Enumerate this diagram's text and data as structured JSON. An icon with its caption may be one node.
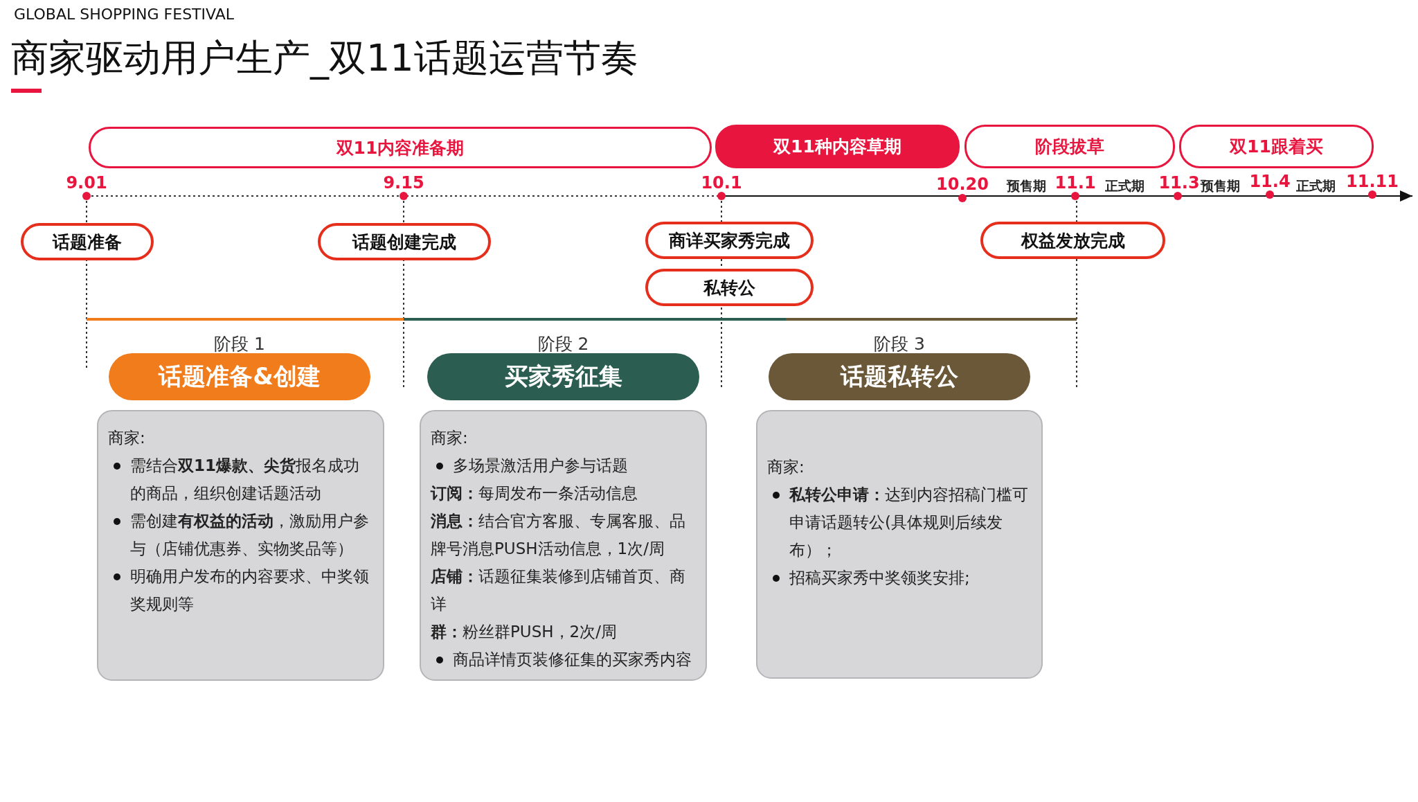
{
  "diagram": {
    "title": "商家驱动用户生产_双11话题运营节奏",
    "nodes": [
      {
        "text": [
          "双11内容准备期"
        ]
      },
      {
        "text": [
          "双11种内容草期"
        ]
      },
      {
        "text": [
          "阶段拔草"
        ]
      },
      {
        "text": [
          "双11跟着买"
        ]
      },
      {
        "text": [
          "话题准备"
        ]
      },
      {
        "text": [
          "话题创建完成"
        ]
      },
      {
        "text": [
          "商详买家秀完成"
        ]
      },
      {
        "text": [
          "私转公"
        ]
      },
      {
        "text": [
          "权益发放完成"
        ]
      },
      {
        "text": [
          "阶段 1",
          "话题准备&创建"
        ]
      },
      {
        "text": [
          "阶段 2",
          "买家秀征集"
        ]
      },
      {
        "text": [
          "阶段 3",
          "话题私转公"
        ]
      },
      {
        "text": [
          "商家:",
          "需结合**双11爆款、尖货**报名成功的商品，组织创建话题活动",
          "需创建**有权益的活动**，激励用户参与（店铺优惠券、实物奖品等）",
          "明确用户发布的内容要求、中奖领奖规则等"
        ]
      },
      {
        "text": [
          "商家:",
          "多场景激活用户参与话题",
          "**订阅：**每周发布一条活动信息",
          "**消息：**结合官方客服、专属客服、品牌号消息PUSH活动信息，1次/周",
          "**店铺：**话题征集装修到店铺首页、商详",
          "**群：**粉丝群PUSH，2次/周",
          "商品详情页装修征集的买家秀内容"
        ]
      },
      {
        "text": [
          "商家:",
          "**私转公申请：**达到内容招稿门槛可申请话题转公(具体规则后续发布）；",
          "招稿买家秀中奖领奖安排;"
        ]
      }
    ],
    "labels": [
      "GLOBAL SHOPPING FESTIVAL",
      "9.01",
      "9.15",
      "10.1",
      "10.20",
      "预售期",
      "11.1",
      "正式期",
      "11.3",
      "预售期",
      "11.4",
      "正式期",
      "11.11"
    ]
  }
}
